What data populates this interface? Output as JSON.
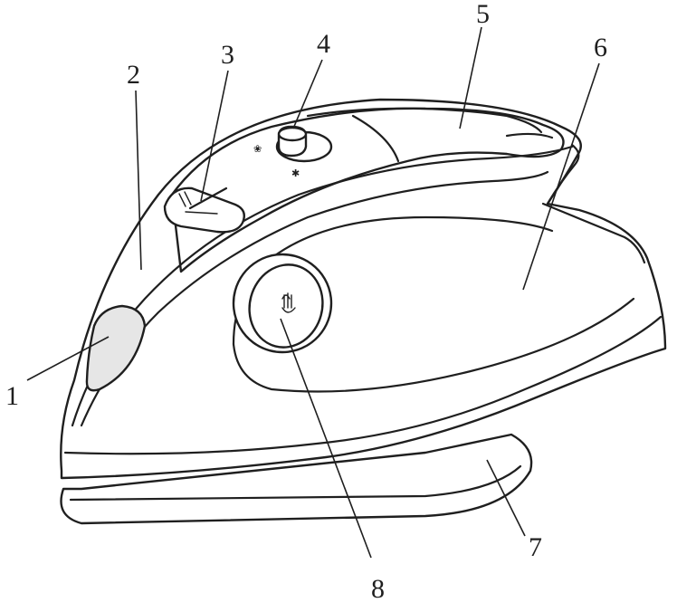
{
  "diagram": {
    "callouts": [
      {
        "id": "1",
        "label": "1"
      },
      {
        "id": "2",
        "label": "2"
      },
      {
        "id": "3",
        "label": "3"
      },
      {
        "id": "4",
        "label": "4"
      },
      {
        "id": "5",
        "label": "5"
      },
      {
        "id": "6",
        "label": "6"
      },
      {
        "id": "7",
        "label": "7"
      },
      {
        "id": "8",
        "label": "8"
      }
    ]
  },
  "colors": {
    "ink": "#1f1f1f",
    "shading": "#e6e6e6",
    "background": "#ffffff"
  }
}
